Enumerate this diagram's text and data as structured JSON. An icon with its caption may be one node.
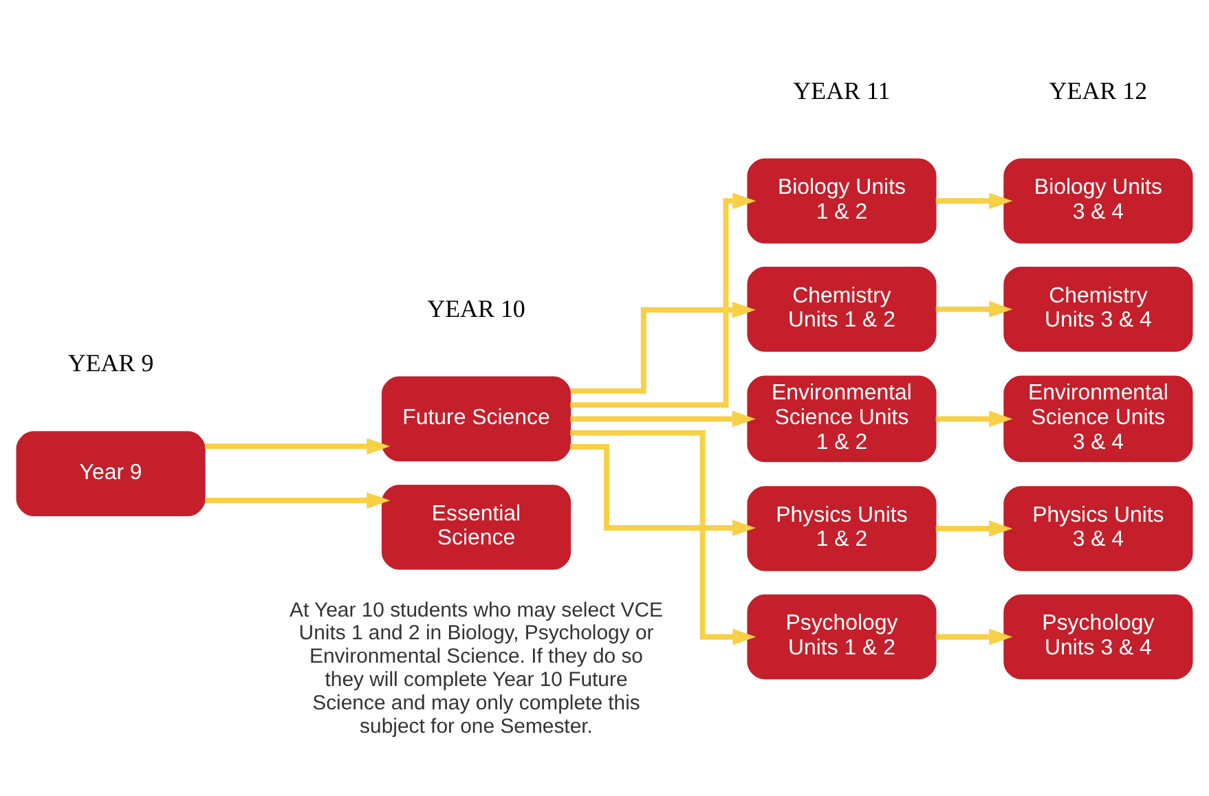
{
  "diagram": {
    "nodes": [
      {
        "text": [
          "Year 9"
        ]
      },
      {
        "text": [
          "Future Science"
        ]
      },
      {
        "text": [
          "Essential Science"
        ]
      },
      {
        "text": [
          "Biology Units 1 & 2"
        ]
      },
      {
        "text": [
          "Chemistry Units 1 & 2"
        ]
      },
      {
        "text": [
          "Environmental Science Units 1 & 2"
        ]
      },
      {
        "text": [
          "Physics Units 1 & 2"
        ]
      },
      {
        "text": [
          "Psychology Units 1 & 2"
        ]
      },
      {
        "text": [
          "Biology Units 3 & 4"
        ]
      },
      {
        "text": [
          "Chemistry Units 3 & 4"
        ]
      },
      {
        "text": [
          "Environmental Science Units 3 & 4"
        ]
      },
      {
        "text": [
          "Physics Units 3 & 4"
        ]
      },
      {
        "text": [
          "Psychology Units 3 & 4"
        ]
      }
    ],
    "edges": [
      {
        "from": 0,
        "to": 1,
        "arrow": "to"
      },
      {
        "from": 0,
        "to": 2,
        "arrow": "to"
      },
      {
        "from": 1,
        "to": 3,
        "arrow": "to"
      },
      {
        "from": 1,
        "to": 4,
        "arrow": "to"
      },
      {
        "from": 1,
        "to": 5,
        "arrow": "to"
      },
      {
        "from": 1,
        "to": 6,
        "arrow": "to"
      },
      {
        "from": 1,
        "to": 7,
        "arrow": "to"
      },
      {
        "from": 3,
        "to": 8,
        "arrow": "to"
      },
      {
        "from": 4,
        "to": 9,
        "arrow": "to"
      },
      {
        "from": 5,
        "to": 10,
        "arrow": "to"
      },
      {
        "from": 6,
        "to": 11,
        "arrow": "to"
      },
      {
        "from": 7,
        "to": 12,
        "arrow": "to"
      }
    ],
    "labels": [
      "YEAR 9",
      "YEAR 10",
      "YEAR 11",
      "YEAR 12",
      "At Year 10 students who may select VCE Units 1 and 2 in Biology, Psychology or Environmental Science. If they do so they will complete Year 10 Future Science and may only complete this subject for one Semester."
    ]
  }
}
